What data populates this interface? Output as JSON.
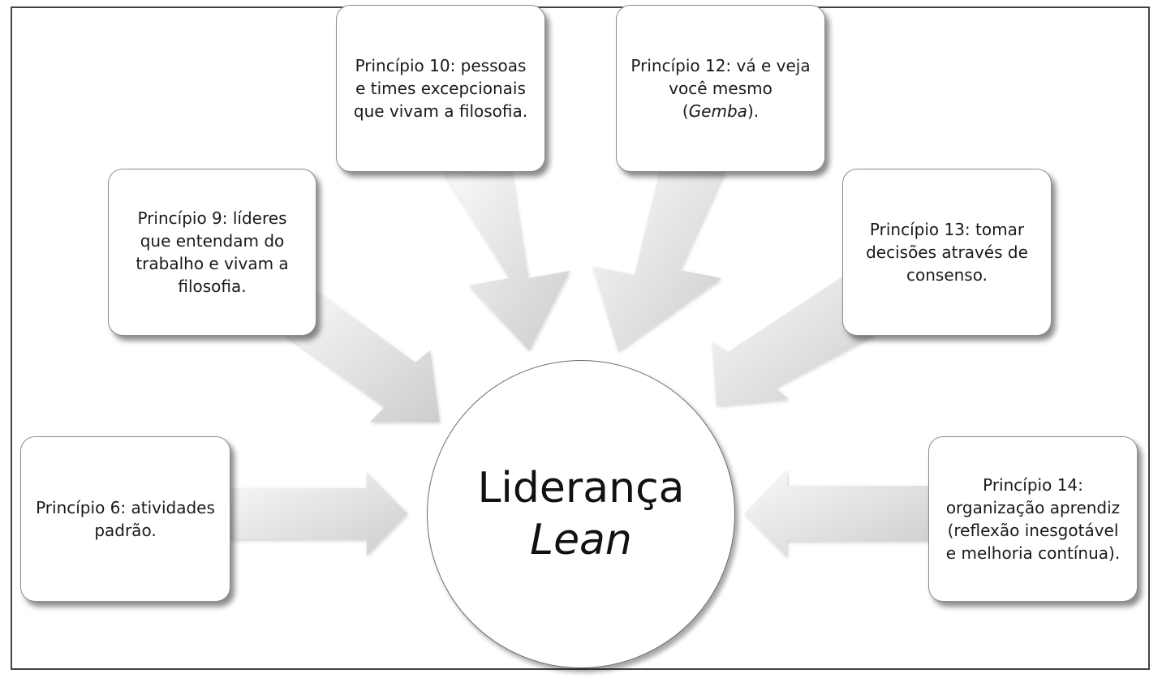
{
  "center": {
    "line1": "Liderança",
    "line2": "Lean"
  },
  "principles": [
    {
      "id": "p6",
      "text": "Princípio 6: atividades padrão."
    },
    {
      "id": "p9",
      "text": "Princípio 9:  líderes que entendam do trabalho e vivam a filosofia."
    },
    {
      "id": "p10",
      "text": "Princípio 10: pessoas e times excepcionais que vivam a filosofia."
    },
    {
      "id": "p12",
      "text_before": "Princípio 12: vá e veja você mesmo (",
      "text_italic": "Gemba",
      "text_after": ")."
    },
    {
      "id": "p13",
      "text": "Princípio 13: tomar decisões através de consenso."
    },
    {
      "id": "p14",
      "text": "Princípio 14: organização aprendiz (reflexão inesgotável e melhoria contínua)."
    }
  ],
  "colors": {
    "arrow_light": "#f7f7f7",
    "arrow_dark": "#cfcfcf",
    "border": "#8c8c8c",
    "frame": "#444444"
  }
}
